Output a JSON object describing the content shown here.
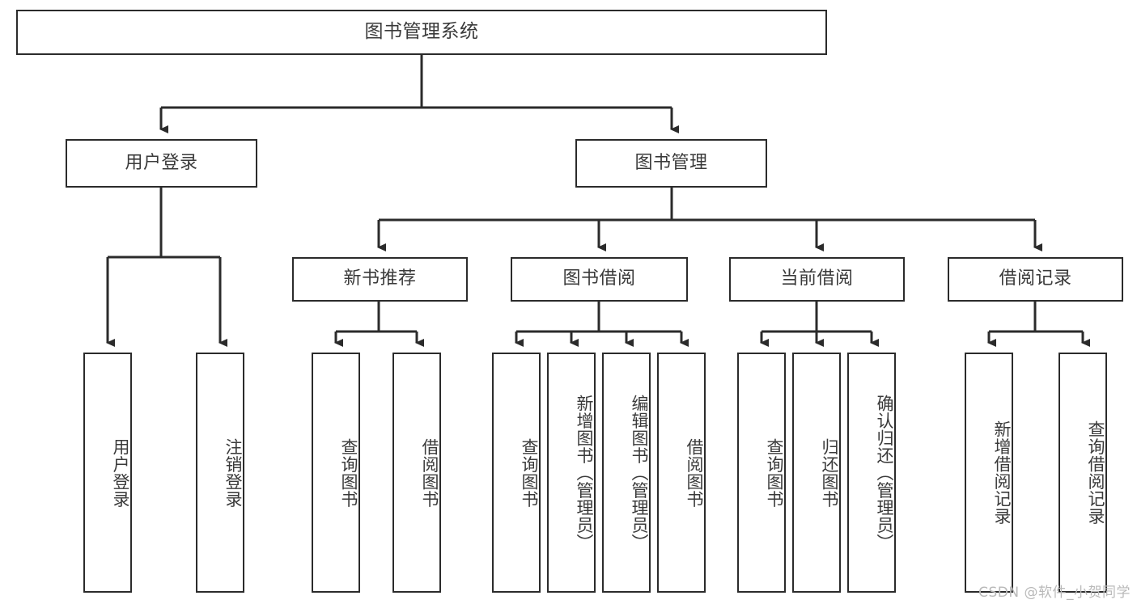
{
  "diagram": {
    "title": "图书管理系统",
    "type": "tree-hierarchy",
    "orientation": "top-down",
    "stroke_color": "#2b2b2b",
    "text_color": "#3a3a3a",
    "background_color": "#ffffff"
  },
  "nodes": {
    "root": {
      "label": "图书管理系统"
    },
    "level2": [
      {
        "label": "用户登录"
      },
      {
        "label": "图书管理"
      }
    ],
    "level3": [
      {
        "label": "新书推荐"
      },
      {
        "label": "图书借阅"
      },
      {
        "label": "当前借阅"
      },
      {
        "label": "借阅记录"
      }
    ],
    "leaves": {
      "user_login": [
        {
          "label": "用户登录"
        },
        {
          "label": "注销登录"
        }
      ],
      "new_book_recommend": [
        {
          "label": "查询图书"
        },
        {
          "label": "借阅图书"
        }
      ],
      "book_borrow": [
        {
          "label": "查询图书"
        },
        {
          "label": "新增图书（管理员）"
        },
        {
          "label": "编辑图书（管理员）"
        },
        {
          "label": "借阅图书"
        }
      ],
      "current_borrow": [
        {
          "label": "查询图书"
        },
        {
          "label": "归还图书"
        },
        {
          "label": "确认归还（管理员）"
        }
      ],
      "borrow_record": [
        {
          "label": "新增借阅记录"
        },
        {
          "label": "查询借阅记录"
        }
      ]
    }
  },
  "watermark": {
    "text": "CSDN @软件_小贺同学"
  }
}
